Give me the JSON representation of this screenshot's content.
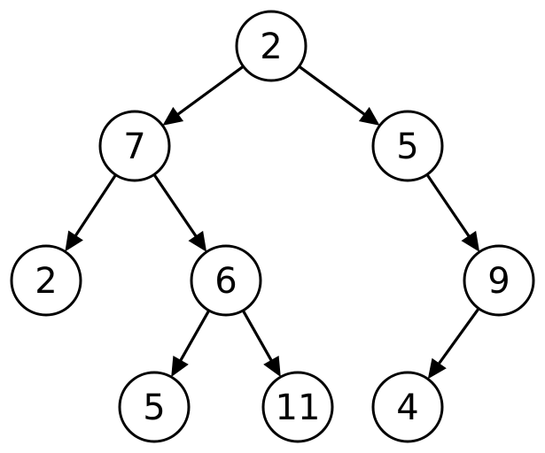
{
  "diagram": {
    "type": "binary-tree",
    "colors": {
      "stroke": "#000000",
      "fill": "#ffffff",
      "text": "#000000"
    },
    "nodes": [
      {
        "id": "n1",
        "label": "2"
      },
      {
        "id": "n2",
        "label": "7"
      },
      {
        "id": "n3",
        "label": "5"
      },
      {
        "id": "n4",
        "label": "2"
      },
      {
        "id": "n5",
        "label": "6"
      },
      {
        "id": "n6",
        "label": "9"
      },
      {
        "id": "n7",
        "label": "5"
      },
      {
        "id": "n8",
        "label": "11"
      },
      {
        "id": "n9",
        "label": "4"
      }
    ],
    "edges": [
      {
        "from": "n1",
        "to": "n2"
      },
      {
        "from": "n1",
        "to": "n3"
      },
      {
        "from": "n2",
        "to": "n4"
      },
      {
        "from": "n2",
        "to": "n5"
      },
      {
        "from": "n3",
        "to": "n6"
      },
      {
        "from": "n5",
        "to": "n7"
      },
      {
        "from": "n5",
        "to": "n8"
      },
      {
        "from": "n6",
        "to": "n9"
      }
    ]
  }
}
